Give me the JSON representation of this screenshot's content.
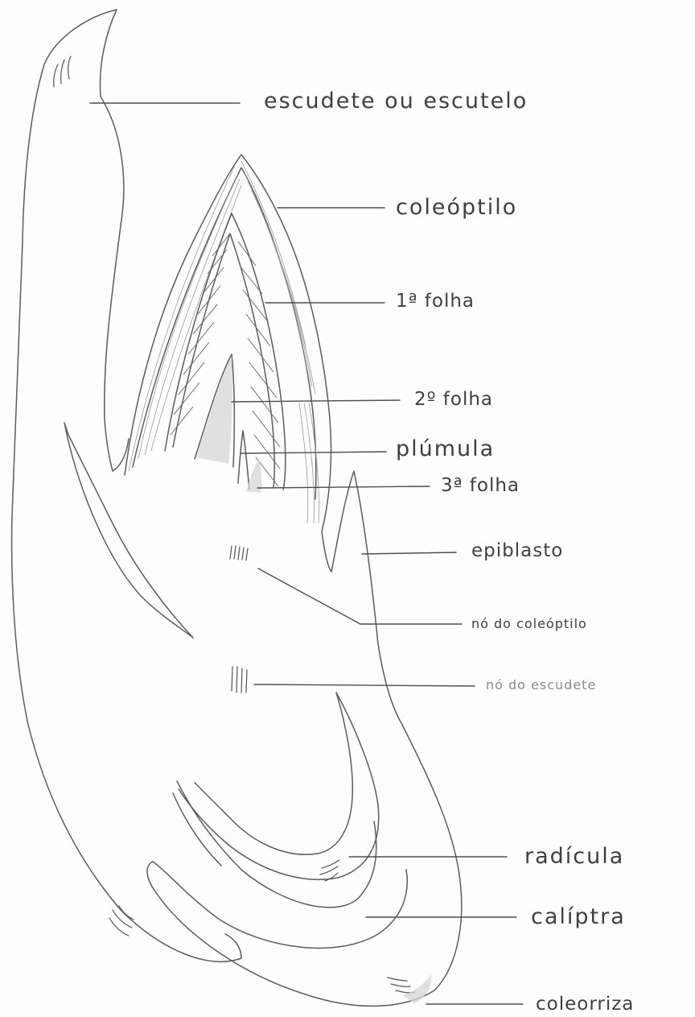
{
  "labels": {
    "escutelo": "escudete ou escutelo",
    "coleoptilo": "coleóptilo",
    "folha1": "1ª folha",
    "folha2": "2º folha",
    "plumula": "plúmula",
    "folha3": "3ª folha",
    "epiblasto": "epiblasto",
    "no_coleoptilo": "nó do coleóptilo",
    "no_escudete": "nó do escudete",
    "radicula": "radícula",
    "caliptra": "calíptra",
    "coleorriza": "coleorriza"
  }
}
